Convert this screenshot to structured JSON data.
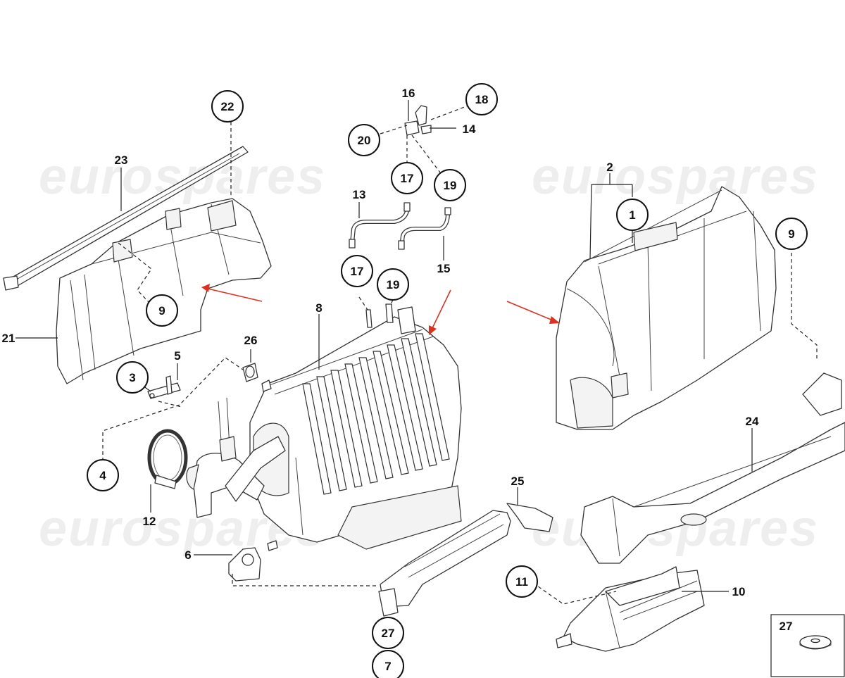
{
  "watermark": "eurospares",
  "callouts": {
    "c1": "1",
    "c3": "3",
    "c4": "4",
    "c7": "7",
    "c9a": "9",
    "c9b": "9",
    "c11": "11",
    "c17a": "17",
    "c17b": "17",
    "c18": "18",
    "c19a": "19",
    "c19b": "19",
    "c20": "20",
    "c22": "22",
    "c27a": "27"
  },
  "labels": {
    "l2": "2",
    "l5": "5",
    "l6": "6",
    "l8": "8",
    "l10": "10",
    "l12": "12",
    "l13": "13",
    "l14": "14",
    "l15": "15",
    "l16": "16",
    "l21": "21",
    "l23": "23",
    "l24": "24",
    "l25": "25",
    "l26": "26"
  },
  "inset": {
    "number": "27"
  },
  "colors": {
    "arrow": "#e0301e",
    "line": "#222222"
  }
}
